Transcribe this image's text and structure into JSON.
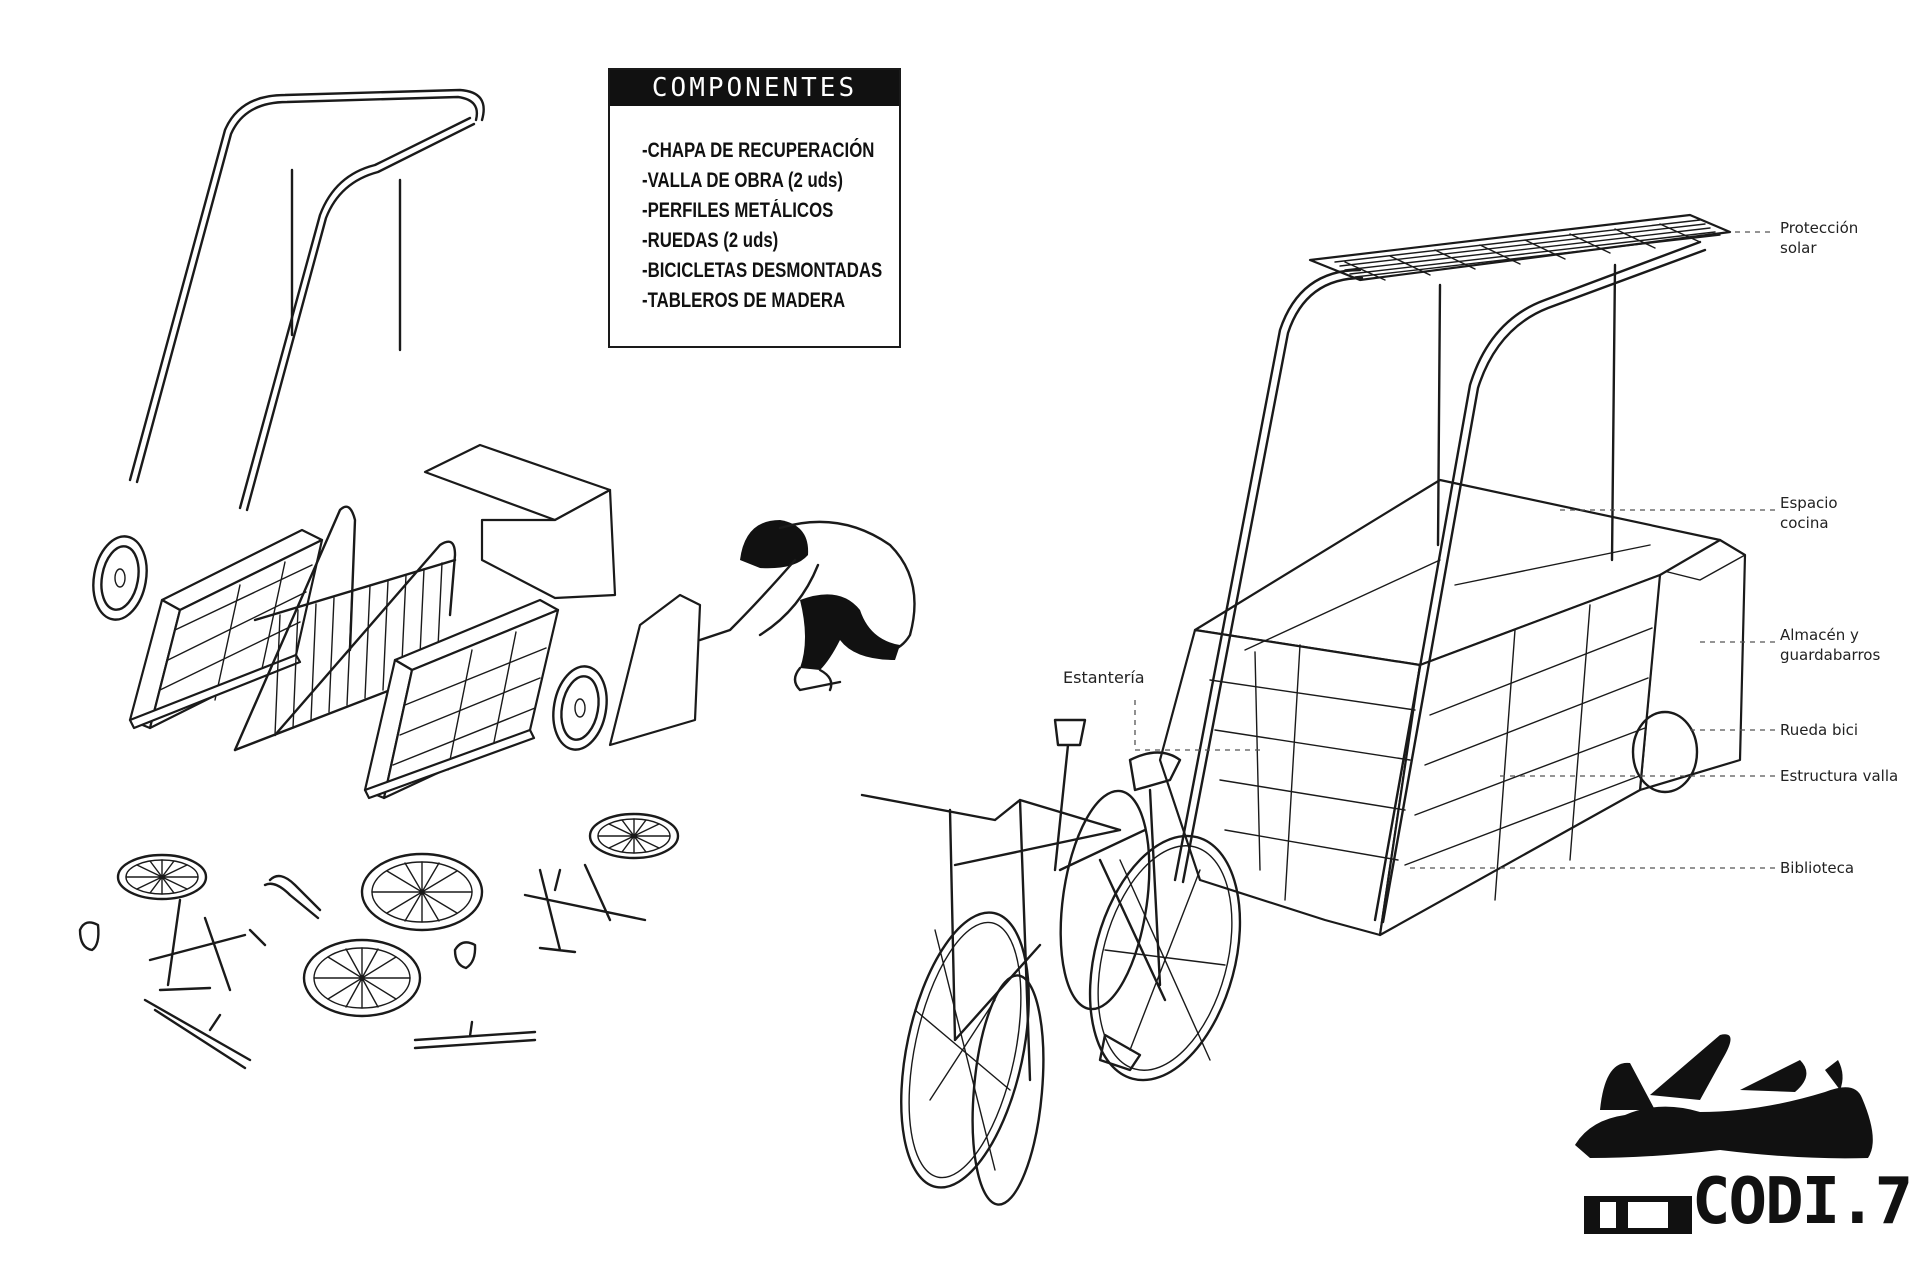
{
  "components": {
    "title": "COMPONENTES",
    "items": [
      "-CHAPA DE RECUPERACIÓN",
      "-VALLA DE OBRA (2 uds)",
      "-PERFILES METÁLICOS",
      "-RUEDAS (2 uds)",
      "-BICICLETAS DESMONTADAS",
      "-TABLEROS DE MADERA"
    ]
  },
  "labels": {
    "proteccion": [
      "Protección",
      "solar"
    ],
    "cocina": [
      "Espacio",
      "cocina"
    ],
    "almacen": [
      "Almacén y",
      "guardabarros"
    ],
    "rueda": "Rueda bici",
    "estructura": "Estructura valla",
    "biblioteca": "Biblioteca",
    "estanteria": "Estantería"
  },
  "logo": {
    "text": "CODI.7",
    "icon": "pocket-knife-icon"
  }
}
